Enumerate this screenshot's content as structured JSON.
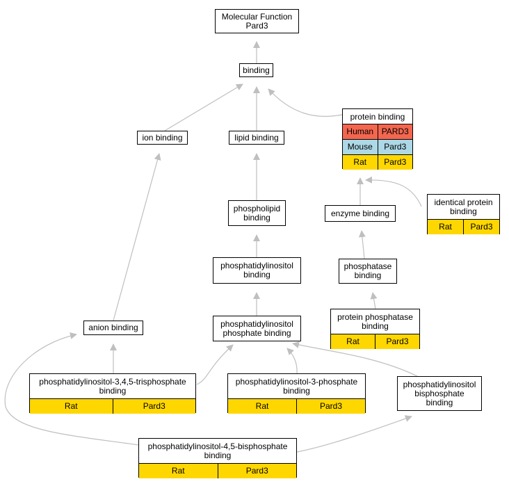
{
  "colors": {
    "edge": "#bfbfbf",
    "human": "#f4664f",
    "mouse": "#add8e6",
    "rat": "#ffd700"
  },
  "nodes": {
    "mf": {
      "title": "Molecular Function\nPard3"
    },
    "binding": {
      "title": "binding"
    },
    "ion": {
      "title": "ion binding"
    },
    "lipid": {
      "title": "lipid binding"
    },
    "protein": {
      "title": "protein binding",
      "rows": [
        {
          "species": "Human",
          "gene": "PARD3",
          "color": "#f4664f"
        },
        {
          "species": "Mouse",
          "gene": "Pard3",
          "color": "#add8e6"
        },
        {
          "species": "Rat",
          "gene": "Pard3",
          "color": "#ffd700"
        }
      ]
    },
    "identical": {
      "title": "identical protein\nbinding",
      "rows": [
        {
          "species": "Rat",
          "gene": "Pard3",
          "color": "#ffd700"
        }
      ]
    },
    "enzyme": {
      "title": "enzyme binding"
    },
    "phospholipid": {
      "title": "phospholipid\nbinding"
    },
    "pi": {
      "title": "phosphatidylinositol\nbinding"
    },
    "phosphatase": {
      "title": "phosphatase\nbinding"
    },
    "ppb": {
      "title": "protein phosphatase\nbinding",
      "rows": [
        {
          "species": "Rat",
          "gene": "Pard3",
          "color": "#ffd700"
        }
      ]
    },
    "anion": {
      "title": "anion binding"
    },
    "pip": {
      "title": "phosphatidylinositol\nphosphate binding"
    },
    "pip3": {
      "title": "phosphatidylinositol-3,4,5-trisphosphate\nbinding",
      "rows": [
        {
          "species": "Rat",
          "gene": "Pard3",
          "color": "#ffd700"
        }
      ]
    },
    "pi3p": {
      "title": "phosphatidylinositol-3-phosphate\nbinding",
      "rows": [
        {
          "species": "Rat",
          "gene": "Pard3",
          "color": "#ffd700"
        }
      ]
    },
    "pibp": {
      "title": "phosphatidylinositol\nbisphosphate\nbinding"
    },
    "pip2": {
      "title": "phosphatidylinositol-4,5-bisphosphate\nbinding",
      "rows": [
        {
          "species": "Rat",
          "gene": "Pard3",
          "color": "#ffd700"
        }
      ]
    }
  },
  "edges": [
    [
      "binding",
      "mf"
    ],
    [
      "ion",
      "binding"
    ],
    [
      "lipid",
      "binding"
    ],
    [
      "protein",
      "binding"
    ],
    [
      "anion",
      "ion"
    ],
    [
      "phospholipid",
      "lipid"
    ],
    [
      "pi",
      "phospholipid"
    ],
    [
      "pip",
      "pi"
    ],
    [
      "enzyme",
      "protein"
    ],
    [
      "identical",
      "protein"
    ],
    [
      "phosphatase",
      "enzyme"
    ],
    [
      "ppb",
      "phosphatase"
    ],
    [
      "pip3",
      "anion"
    ],
    [
      "pip3",
      "pip"
    ],
    [
      "pi3p",
      "pip"
    ],
    [
      "pibp",
      "pip"
    ],
    [
      "pip2",
      "anion"
    ],
    [
      "pip2",
      "pibp"
    ]
  ]
}
